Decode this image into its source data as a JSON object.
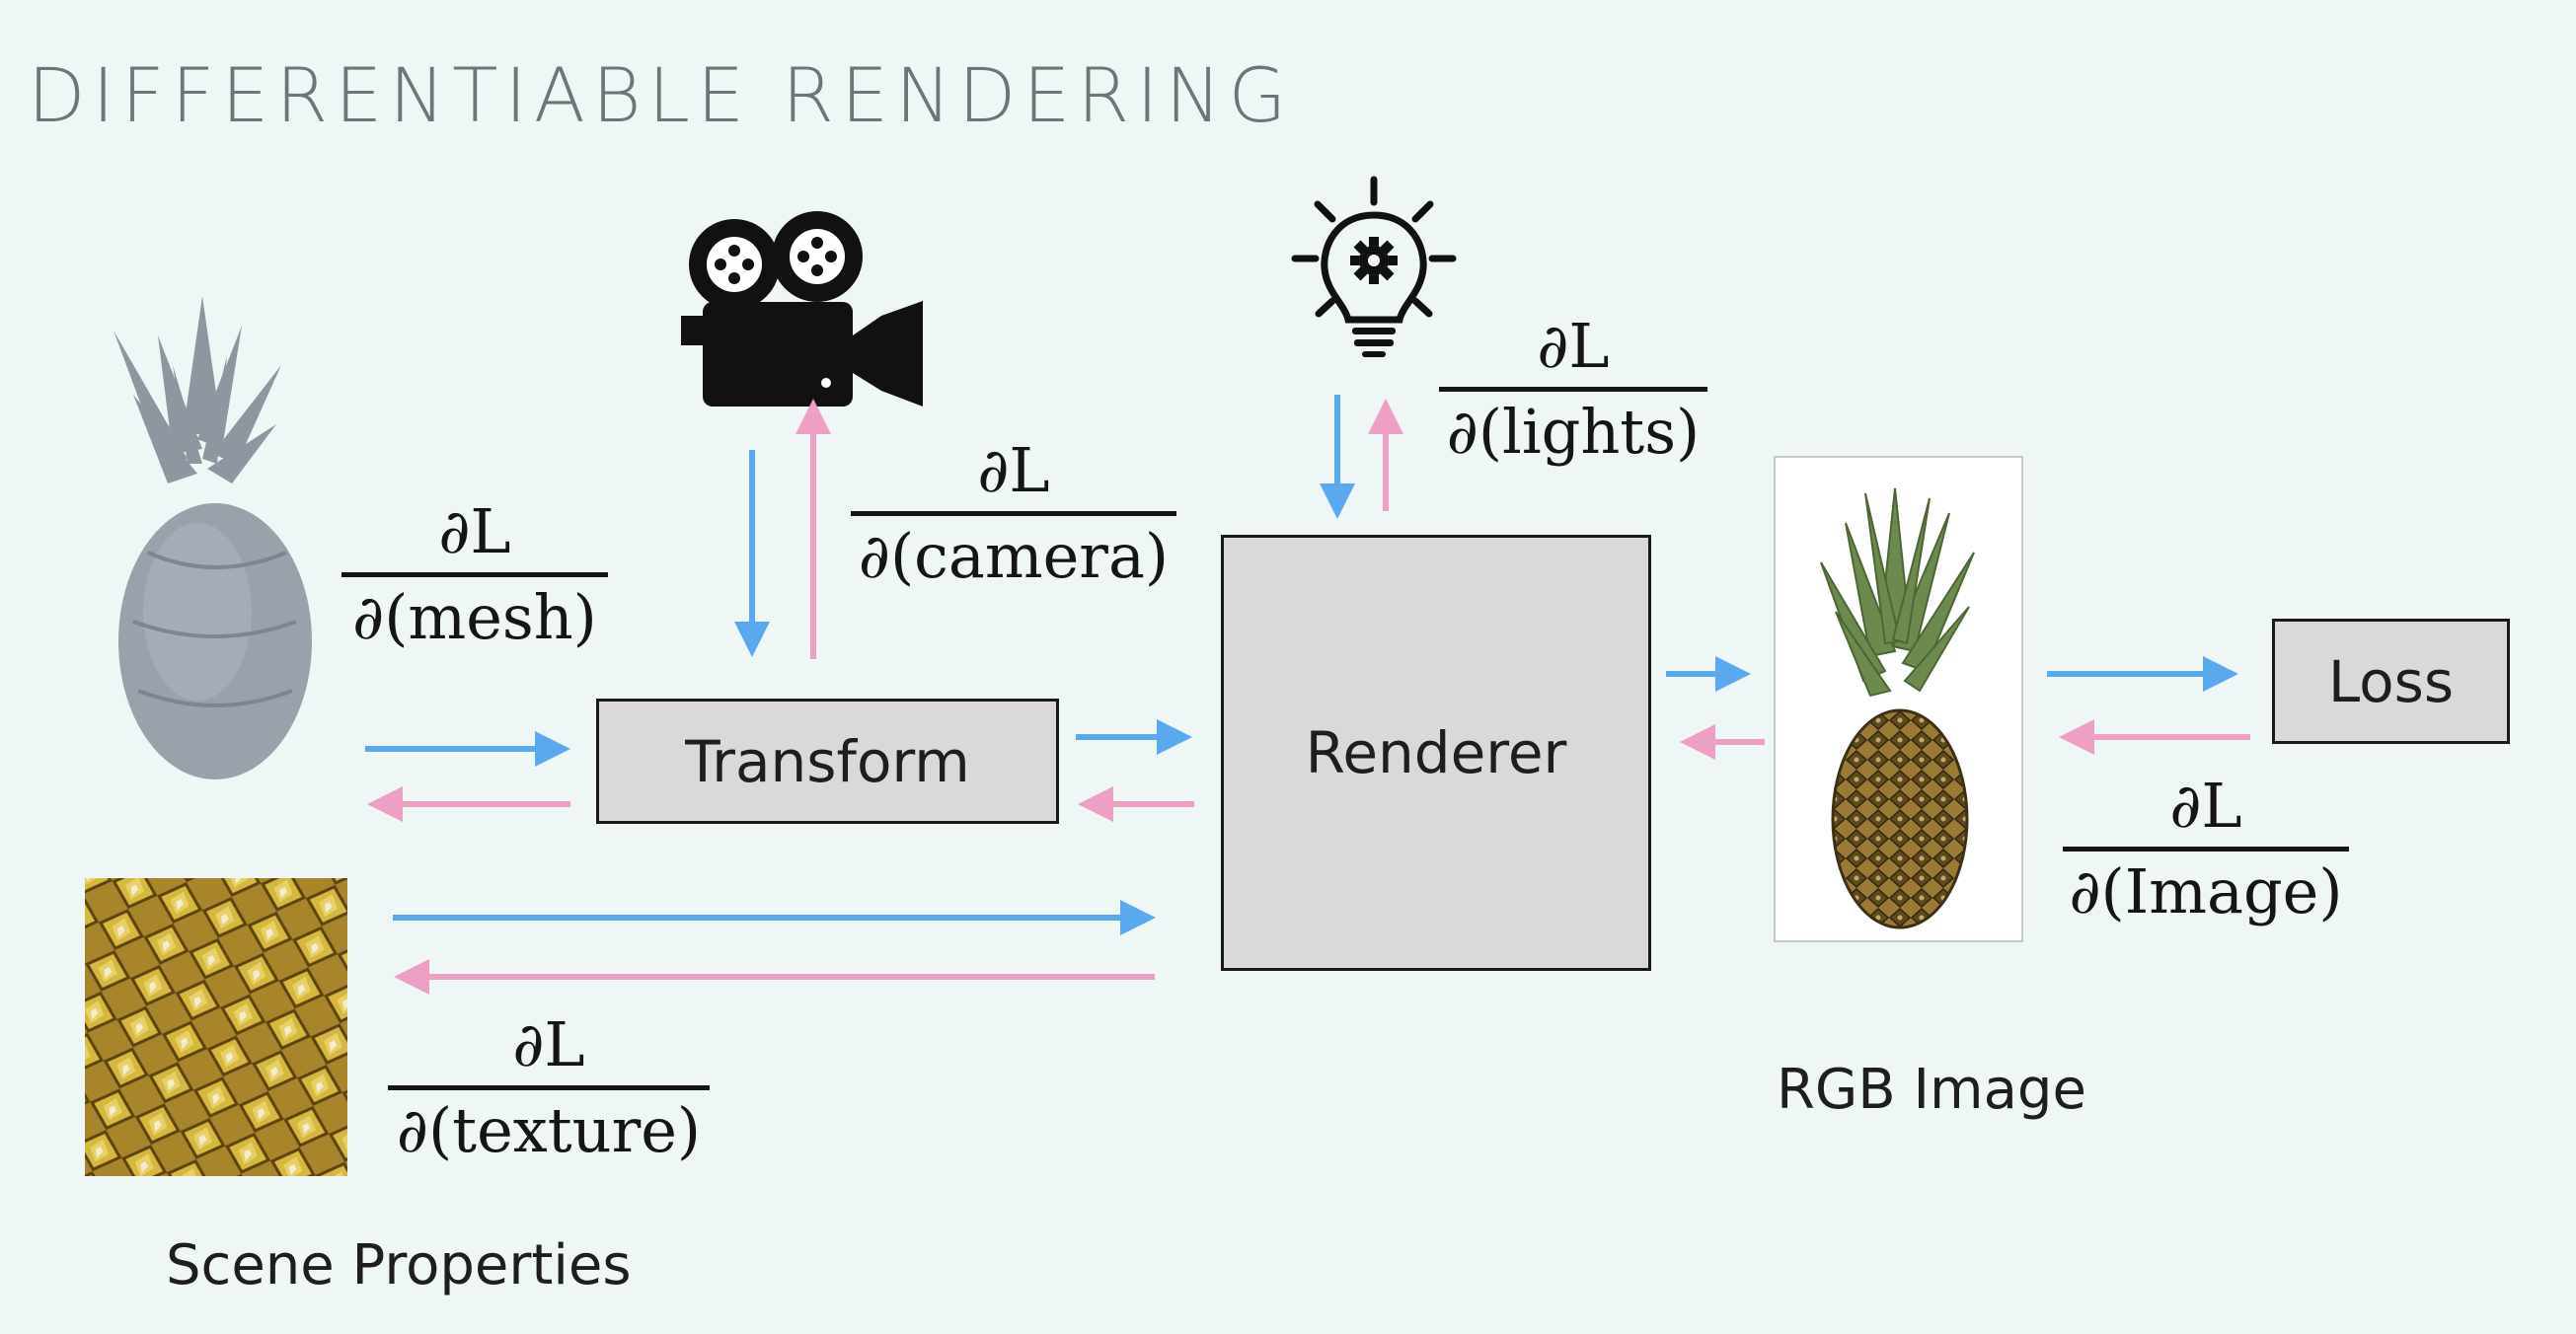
{
  "title": "DIFFERENTIABLE RENDERING",
  "boxes": {
    "transform": "Transform",
    "renderer": "Renderer",
    "loss": "Loss"
  },
  "gradients": {
    "mesh": {
      "num": "∂L",
      "den": "∂(mesh)"
    },
    "camera": {
      "num": "∂L",
      "den": "∂(camera)"
    },
    "lights": {
      "num": "∂L",
      "den": "∂(lights)"
    },
    "image": {
      "num": "∂L",
      "den": "∂(Image)"
    },
    "texture": {
      "num": "∂L",
      "den": "∂(texture)"
    }
  },
  "labels": {
    "scene": "Scene Properties",
    "rgb": "RGB Image"
  },
  "icons": [
    "pineapple-mesh-icon",
    "movie-camera-icon",
    "light-bulb-icon",
    "pineapple-texture-image",
    "pineapple-photo-image"
  ],
  "colors": {
    "forward_arrow": "#5aa8ee",
    "backward_arrow": "#ee9fc4",
    "box_fill": "#d9d9d9",
    "background": "#eef7f6"
  }
}
